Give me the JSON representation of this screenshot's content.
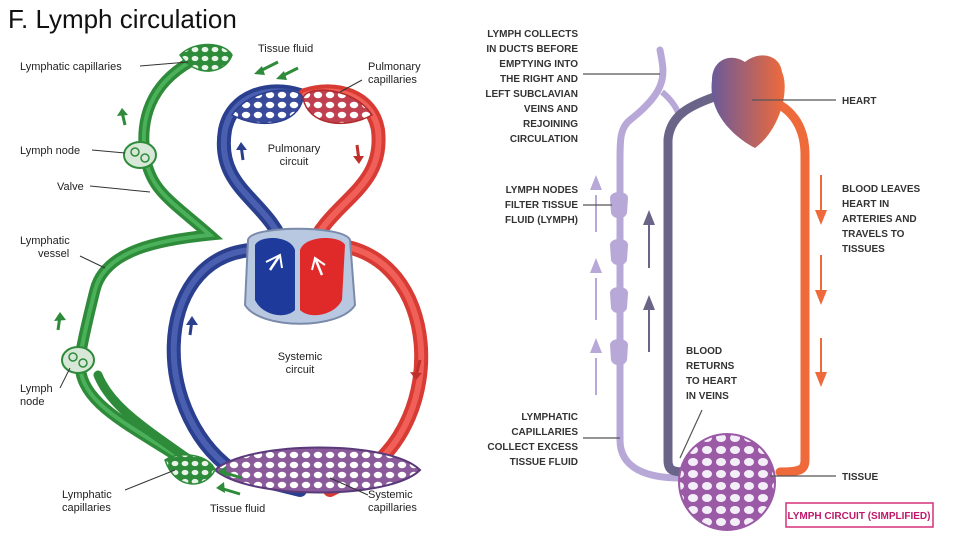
{
  "title": "F. Lymph circulation",
  "left_diagram": {
    "labels": {
      "lymphatic_capillaries_top": "Lymphatic capillaries",
      "tissue_fluid_top": "Tissue fluid",
      "pulmonary_capillaries_1": "Pulmonary",
      "pulmonary_capillaries_2": "capillaries",
      "lymph_node_upper": "Lymph node",
      "pulmonary_circuit_1": "Pulmonary",
      "pulmonary_circuit_2": "circuit",
      "valve": "Valve",
      "lymphatic_vessel_1": "Lymphatic",
      "lymphatic_vessel_2": "vessel",
      "systemic_circuit_1": "Systemic",
      "systemic_circuit_2": "circuit",
      "lymph_node_lower_1": "Lymph",
      "lymph_node_lower_2": "node",
      "lymphatic_capillaries_bottom_1": "Lymphatic",
      "lymphatic_capillaries_bottom_2": "capillaries",
      "tissue_fluid_bottom": "Tissue fluid",
      "systemic_capillaries_1": "Systemic",
      "systemic_capillaries_2": "capillaries"
    },
    "colors": {
      "lymph": "#2e8b3a",
      "venous": "#2b3f8f",
      "arterial": "#e0403a",
      "capillary": "#7a4a8a"
    }
  },
  "right_diagram": {
    "labels": {
      "ducts_1": "LYMPH COLLECTS",
      "ducts_2": "IN DUCTS BEFORE",
      "ducts_3": "EMPTYING INTO",
      "ducts_4": "THE RIGHT AND",
      "ducts_5": "LEFT SUBCLAVIAN",
      "ducts_6": "VEINS AND",
      "ducts_7": "REJOINING",
      "ducts_8": "CIRCULATION",
      "heart": "HEART",
      "nodes_1": "LYMPH NODES",
      "nodes_2": "FILTER TISSUE",
      "nodes_3": "FLUID (LYMPH)",
      "arteries_1": "BLOOD LEAVES",
      "arteries_2": "HEART IN",
      "arteries_3": "ARTERIES AND",
      "arteries_4": "TRAVELS TO",
      "arteries_5": "TISSUES",
      "veins_1": "BLOOD",
      "veins_2": "RETURNS",
      "veins_3": "TO HEART",
      "veins_4": "IN VEINS",
      "capillaries_1": "LYMPHATIC",
      "capillaries_2": "CAPILLARIES",
      "capillaries_3": "COLLECT EXCESS",
      "capillaries_4": "TISSUE FLUID",
      "tissue": "TISSUE",
      "caption": "LYMPH CIRCUIT (SIMPLIFIED)"
    },
    "colors": {
      "lymph": "#b8a8d8",
      "vein": "#6a6488",
      "artery": "#ee6a3a",
      "caption_border": "#d4307a"
    }
  }
}
